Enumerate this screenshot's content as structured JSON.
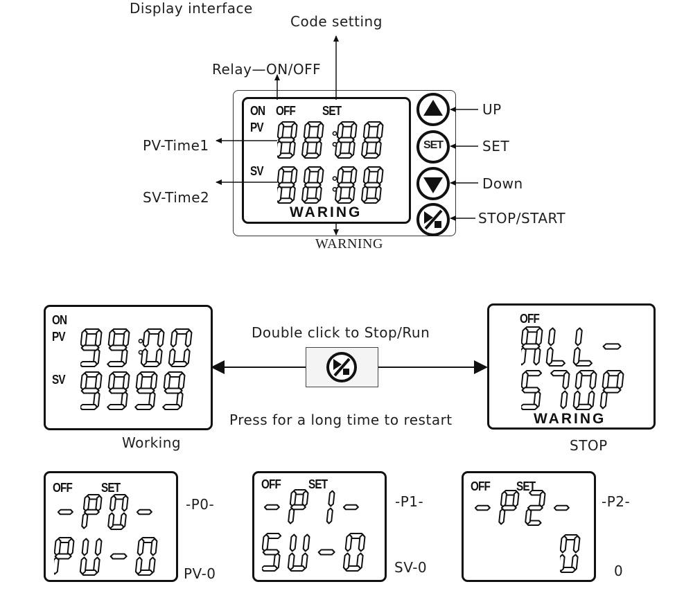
{
  "labels": {
    "display_interface": "Display interface",
    "code_setting": "Code setting",
    "relay": "Relay",
    "on_off": "ON/OFF",
    "pv_time1": "PV-Time1",
    "sv_time2": "SV-Time2",
    "warning": "WARNING",
    "up": "UP",
    "set": "SET",
    "down": "Down",
    "stop_start": "STOP/START",
    "double_click": "Double click to Stop/Run",
    "long_press": "Press for a long time to restart",
    "working": "Working",
    "stop": "STOP",
    "p0": "-P0-",
    "p1": "-P1-",
    "p2": "-P2-",
    "pv0": "PV-0",
    "sv0": "SV-0",
    "zero": "0"
  },
  "lcd_tags": {
    "on": "ON",
    "off": "OFF",
    "set": "SET",
    "pv": "PV",
    "sv": "SV",
    "waring": "WARING"
  },
  "buttons": {
    "set": "SET"
  },
  "icons": {
    "up": "triangle-up-icon",
    "set": "set-circle-icon",
    "down": "triangle-down-icon",
    "stop_start": "play-stop-icon"
  },
  "displays": {
    "main_top": "88:88",
    "main_bottom": "88:88",
    "working_top": "99:00",
    "working_bottom": "9999",
    "stop_top": "ALL-",
    "stop_bottom": "STOP",
    "p0_top": "-P0-",
    "p0_bottom": "PU-0",
    "p1_top": "-P1-",
    "p1_bottom": "SU-0",
    "p2_top": "-P2-",
    "p2_bottom": "0"
  }
}
